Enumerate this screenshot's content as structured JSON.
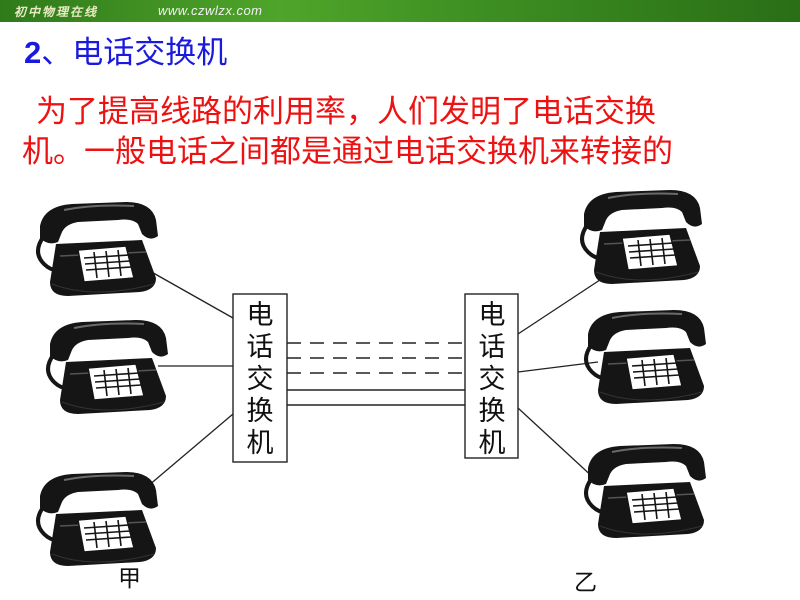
{
  "banner": {
    "logo": "初中物理在线",
    "url": "www.czwlzx.com"
  },
  "heading": {
    "number": "2",
    "text": "、电话交换机"
  },
  "paragraph": {
    "line1": "为了提高线路的利用率，人们发明了电话交换",
    "line2": "机。一般电话之间都是通过电话交换机来转接的"
  },
  "diagram": {
    "left_switch": {
      "chars": [
        "电",
        "话",
        "交",
        "换",
        "机"
      ]
    },
    "right_switch": {
      "chars": [
        "电",
        "话",
        "交",
        "换",
        "机"
      ]
    },
    "left_label": "甲",
    "right_label": "乙",
    "trunk_lines": {
      "dashed": 3,
      "solid": 2
    },
    "phones_per_side": 3
  },
  "colors": {
    "banner": "#3d8f22",
    "heading": "#1a1adf",
    "paragraph": "#ee1111",
    "phone": "#151515"
  }
}
